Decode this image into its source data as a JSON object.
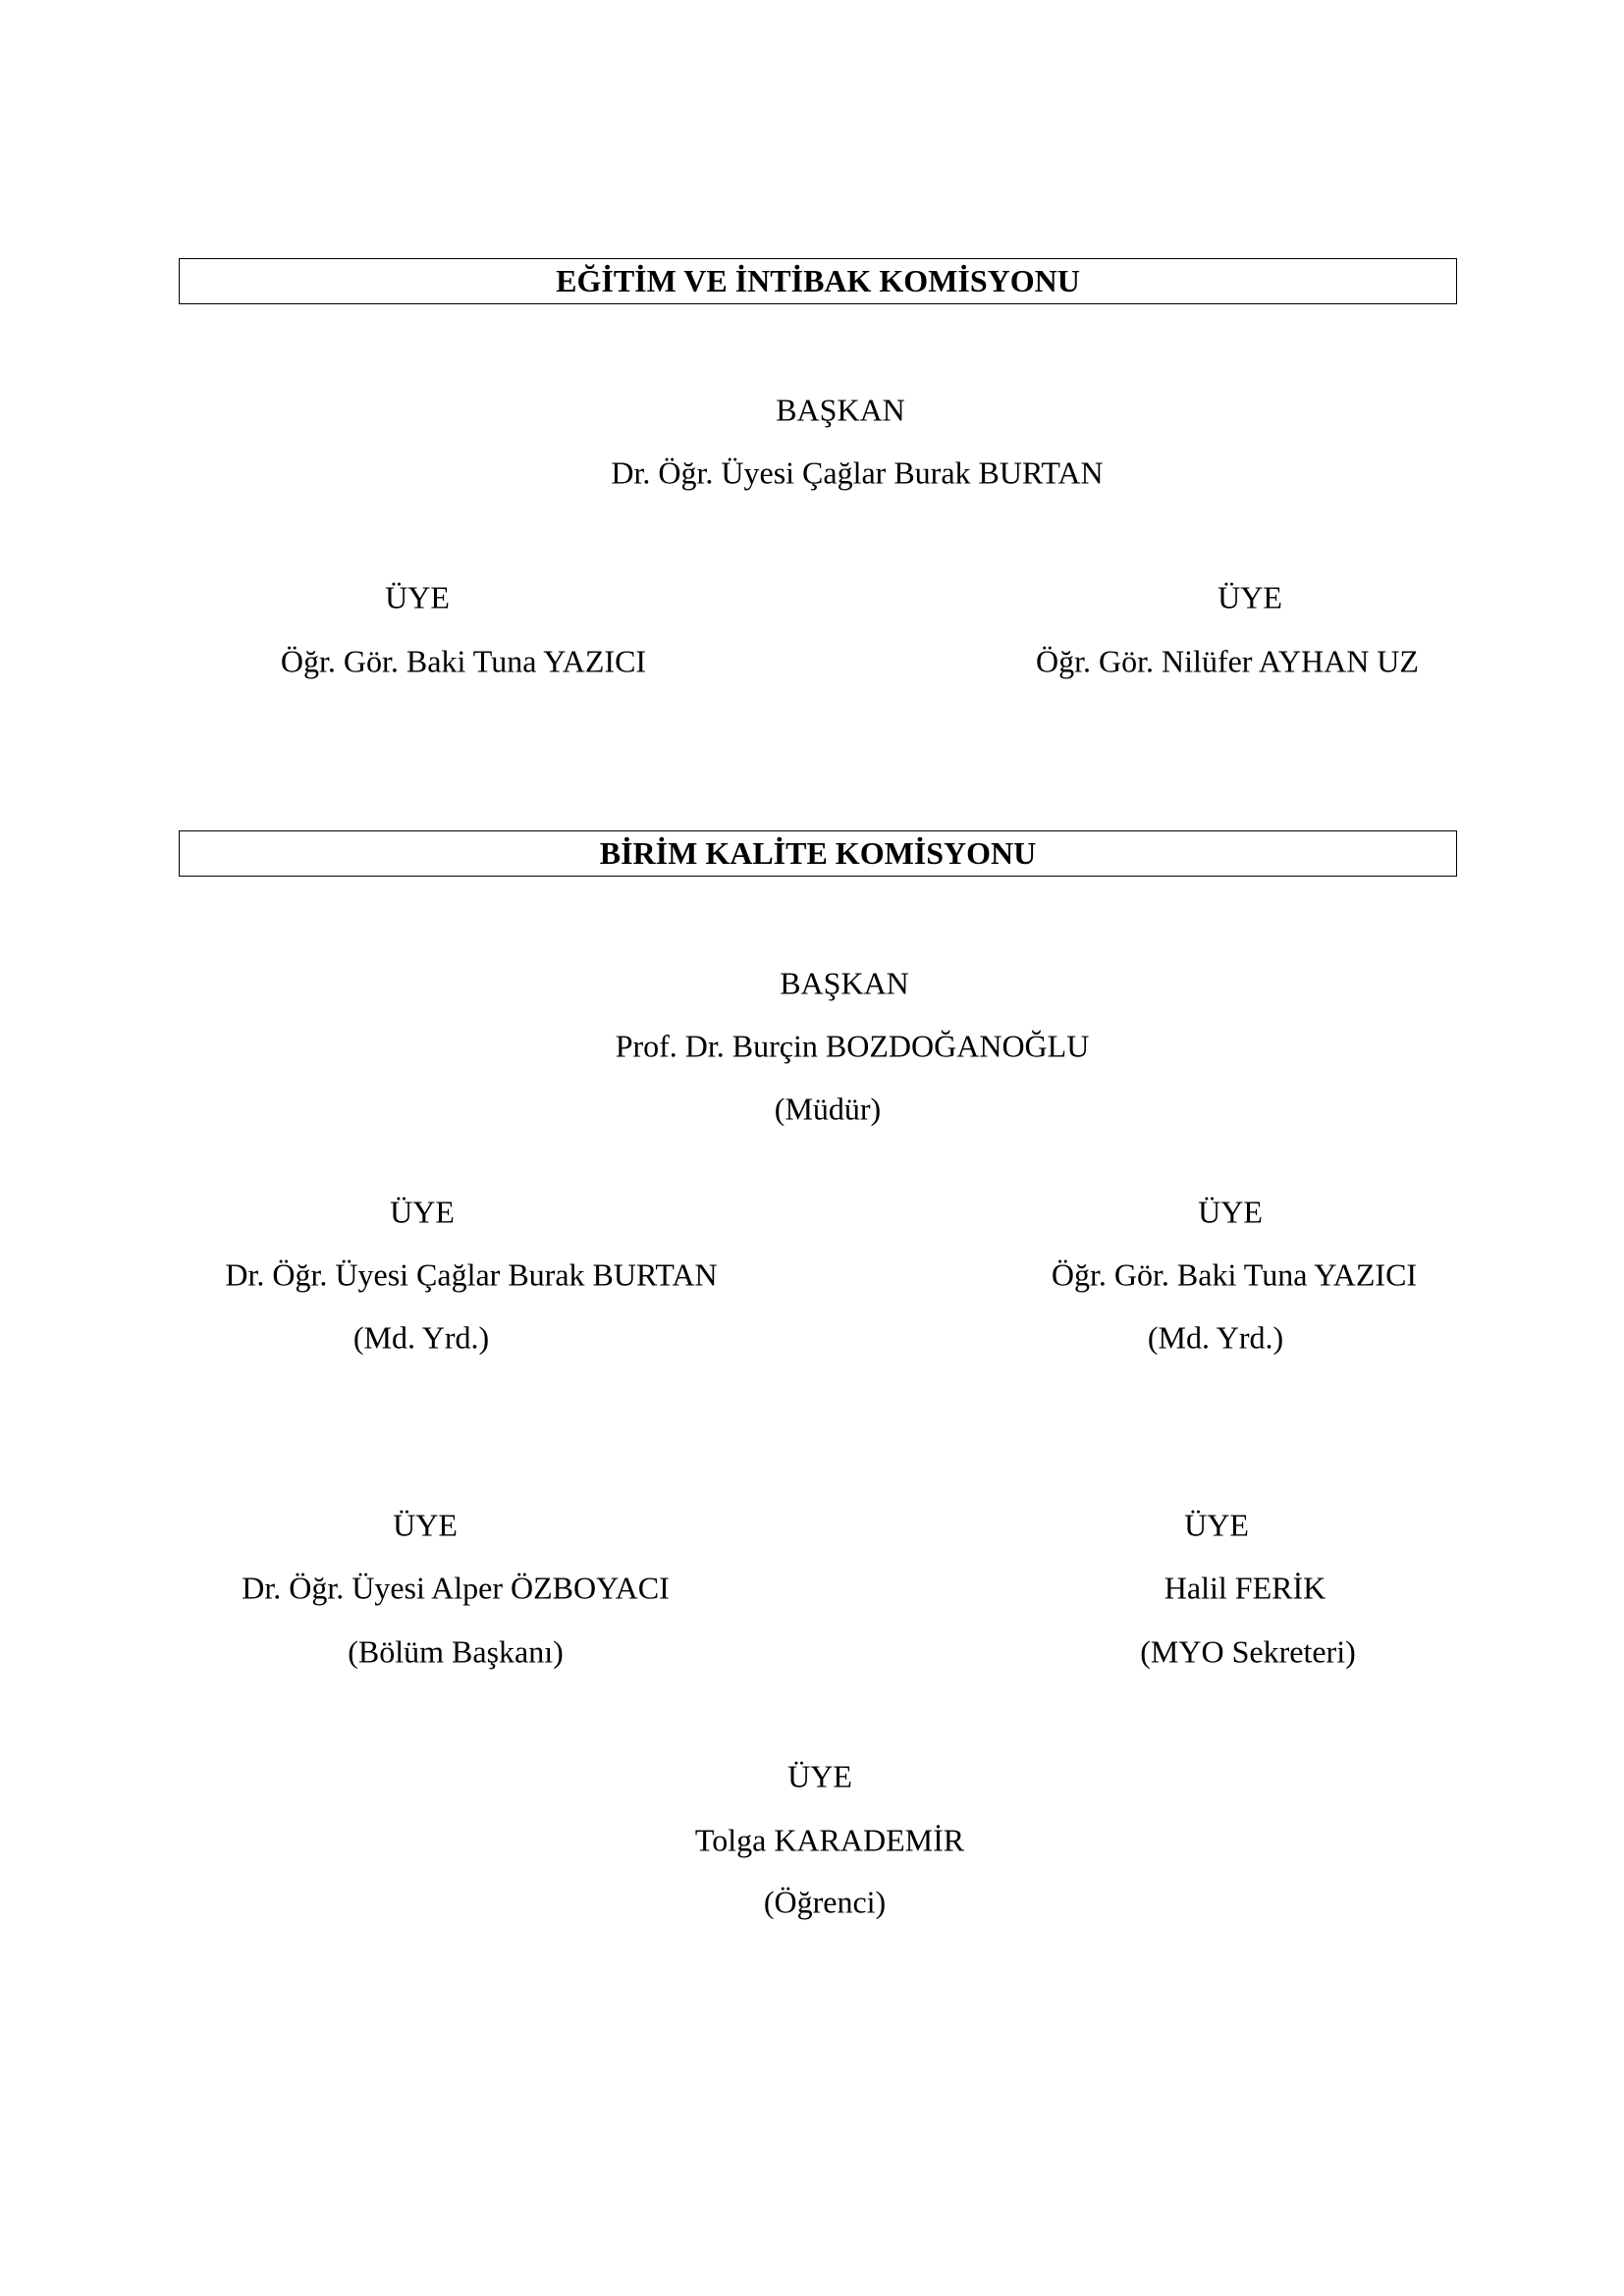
{
  "sections": [
    {
      "title": "EĞİTİM VE İNTİBAK KOMİSYONU",
      "chair": {
        "role": "BAŞKAN",
        "name": "Dr. Öğr. Üyesi Çağlar Burak BURTAN"
      },
      "members": [
        {
          "role": "ÜYE",
          "name": "Öğr. Gör. Baki Tuna YAZICI"
        },
        {
          "role": "ÜYE",
          "name": "Öğr. Gör. Nilüfer AYHAN UZ"
        }
      ]
    },
    {
      "title": "BİRİM KALİTE KOMİSYONU",
      "chair": {
        "role": "BAŞKAN",
        "name": "Prof. Dr. Burçin BOZDOĞANOĞLU",
        "position": "(Müdür)"
      },
      "members": [
        {
          "role": "ÜYE",
          "name": "Dr. Öğr. Üyesi Çağlar Burak BURTAN",
          "position": "(Md. Yrd.)"
        },
        {
          "role": "ÜYE",
          "name": "Öğr. Gör. Baki Tuna YAZICI",
          "position": "(Md. Yrd.)"
        },
        {
          "role": "ÜYE",
          "name": "Dr. Öğr. Üyesi Alper ÖZBOYACI",
          "position": "(Bölüm Başkanı)"
        },
        {
          "role": "ÜYE",
          "name": "Halil FERİK",
          "position": "(MYO Sekreteri)"
        },
        {
          "role": "ÜYE",
          "name": "Tolga KARADEMİR",
          "position": "(Öğrenci)"
        }
      ]
    }
  ]
}
